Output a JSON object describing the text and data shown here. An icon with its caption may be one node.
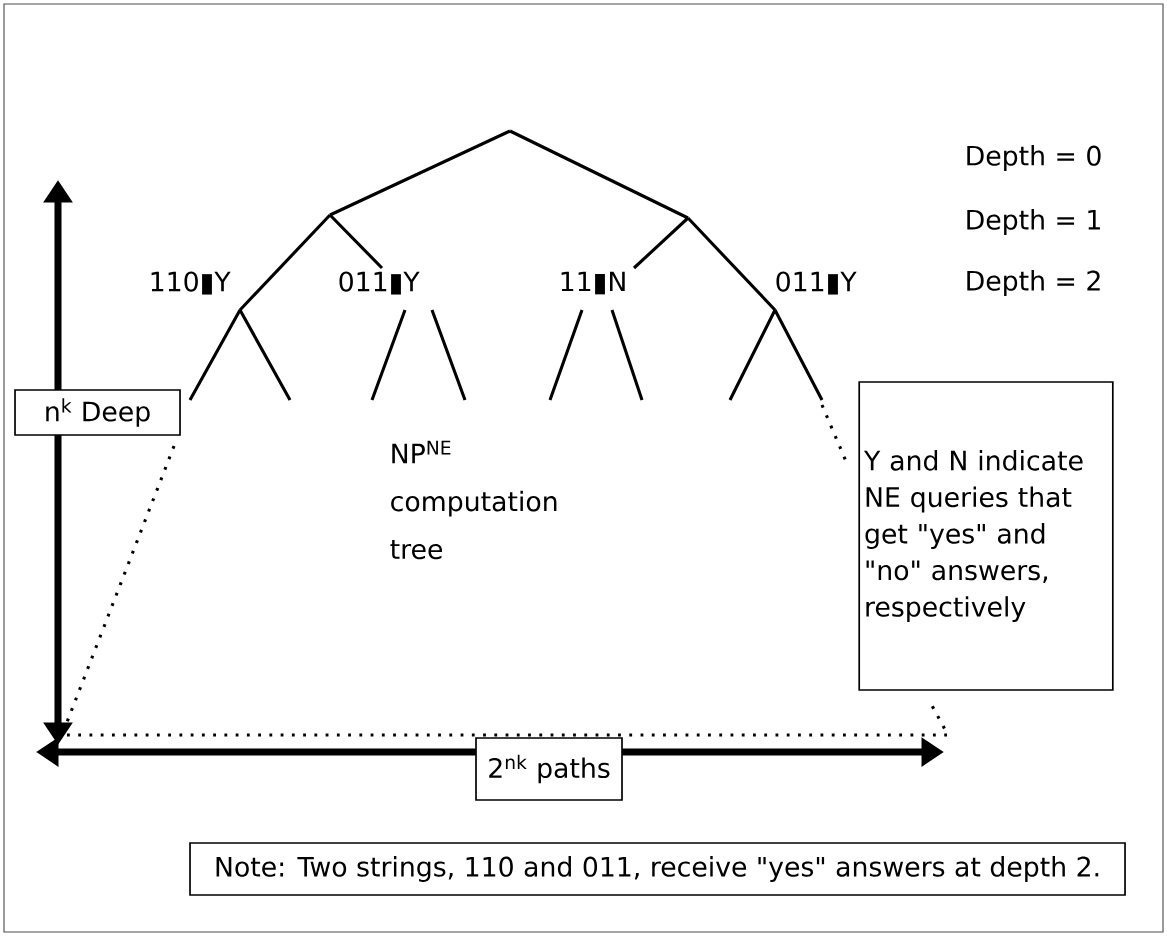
{
  "diagram": {
    "nodes": [
      {
        "text": [
          "n$^{k}$ Deep"
        ]
      },
      {
        "text": [
          "Y and N indicate NE queries that get \"yes\" and \"no\" answers, respectively"
        ]
      },
      {
        "text": [
          "2$^{nk}$ paths"
        ]
      },
      {
        "text": [
          "Note:  Two strings, 110 and 011, receive \"yes\" answers at depth 2."
        ]
      }
    ],
    "labels": [
      "Depth = 0",
      "Depth = 1",
      "110▮Y",
      "011▮Y",
      "11▮N",
      "011▮Y",
      "Depth = 2",
      "NP$^{NE}$ computation tree"
    ]
  }
}
